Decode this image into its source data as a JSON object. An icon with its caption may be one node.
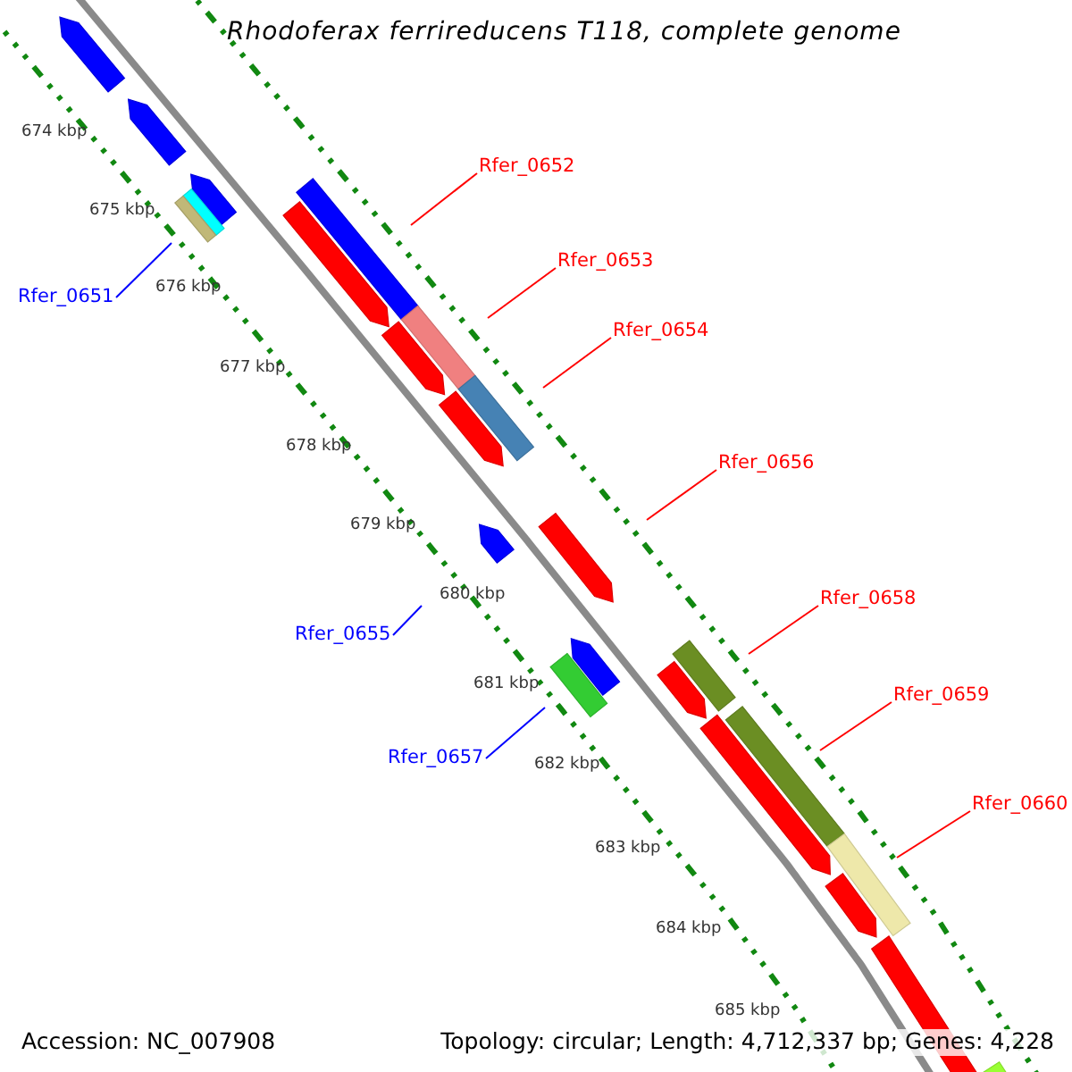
{
  "diagram": {
    "title": "Rhodoferax ferrireducens T118, complete genome",
    "nodes": [
      {
        "text": [
          "Rfer_0652"
        ]
      },
      {
        "text": [
          "Rfer_0653"
        ]
      },
      {
        "text": [
          "Rfer_0654"
        ]
      },
      {
        "text": [
          "Rfer_0656"
        ]
      },
      {
        "text": [
          "Rfer_0658"
        ]
      },
      {
        "text": [
          "Rfer_0659"
        ]
      },
      {
        "text": [
          "Rfer_0660"
        ]
      },
      {
        "text": [
          "Rfer_0651"
        ]
      },
      {
        "text": [
          "Rfer_0655"
        ]
      },
      {
        "text": [
          "Rfer_0657"
        ]
      }
    ],
    "edges": [
      {
        "from": 0,
        "to": null,
        "arrow": "none",
        "color": "#ff0000"
      },
      {
        "from": 1,
        "to": null,
        "arrow": "none",
        "color": "#ff0000"
      },
      {
        "from": 2,
        "to": null,
        "arrow": "none",
        "color": "#ff0000"
      },
      {
        "from": 3,
        "to": null,
        "arrow": "none",
        "color": "#ff0000"
      },
      {
        "from": 4,
        "to": null,
        "arrow": "none",
        "color": "#ff0000"
      },
      {
        "from": 5,
        "to": null,
        "arrow": "none",
        "color": "#ff0000"
      },
      {
        "from": 6,
        "to": null,
        "arrow": "none",
        "color": "#ff0000"
      },
      {
        "from": 7,
        "to": null,
        "arrow": "none",
        "color": "#0000ff"
      },
      {
        "from": 8,
        "to": null,
        "arrow": "none",
        "color": "#0000ff"
      },
      {
        "from": 9,
        "to": null,
        "arrow": "none",
        "color": "#0000ff"
      }
    ],
    "labels": [
      "674 kbp",
      "675 kbp",
      "676 kbp",
      "677 kbp",
      "678 kbp",
      "679 kbp",
      "680 kbp",
      "681 kbp",
      "682 kbp",
      "683 kbp",
      "684 kbp",
      "685 kbp",
      "Accession: NC_007908",
      "Topology: circular; Length: 4,712,337 bp; Genes: 4,228"
    ]
  }
}
